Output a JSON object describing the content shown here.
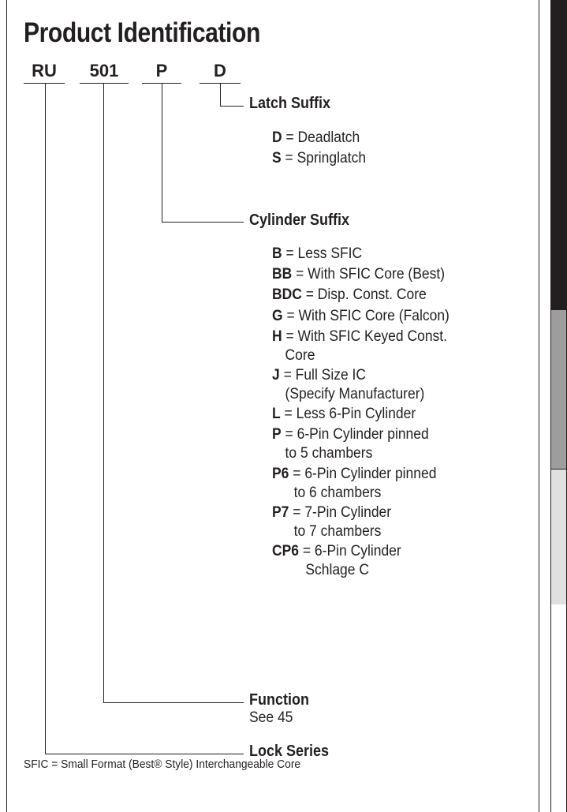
{
  "title": "Product Identification",
  "codes": [
    "RU",
    "501",
    "P",
    "D"
  ],
  "groups": {
    "latch": {
      "heading": "Latch Suffix",
      "options": [
        {
          "code": "D",
          "desc": "Deadlatch"
        },
        {
          "code": "S",
          "desc": "Springlatch"
        }
      ]
    },
    "cylinder": {
      "heading": "Cylinder Suffix",
      "options": [
        {
          "code": "B",
          "desc": "Less SFIC"
        },
        {
          "code": "BB",
          "desc": "With SFIC Core (Best)"
        },
        {
          "code": "BDC",
          "desc": "Disp. Const. Core"
        },
        {
          "code": "G",
          "desc": "With SFIC Core (Falcon)"
        },
        {
          "code": "H",
          "desc": "With SFIC Keyed Const.",
          "cont": "Core"
        },
        {
          "code": "J",
          "desc": "Full Size IC",
          "cont": "(Specify Manufacturer)"
        },
        {
          "code": "L",
          "desc": "Less 6-Pin Cylinder"
        },
        {
          "code": "P",
          "desc": "6-Pin Cylinder pinned",
          "cont": "to 5 chambers"
        },
        {
          "code": "P6",
          "desc": "6-Pin Cylinder pinned",
          "cont": "to 6 chambers"
        },
        {
          "code": "P7",
          "desc": "7-Pin Cylinder",
          "cont": "to 7 chambers"
        },
        {
          "code": "CP6",
          "desc": "6-Pin Cylinder",
          "cont": "Schlage C"
        }
      ]
    },
    "function": {
      "heading": "Function",
      "note": "See 45"
    },
    "series": {
      "heading": "Lock Series"
    }
  },
  "footnote": "SFIC = Small Format (Best® Style) Interchangeable Core",
  "colors": {
    "ink": "#231f20",
    "side_dark": "#231f20",
    "side_mid": "#9d9d9d",
    "side_light": "#e0e0e0"
  }
}
